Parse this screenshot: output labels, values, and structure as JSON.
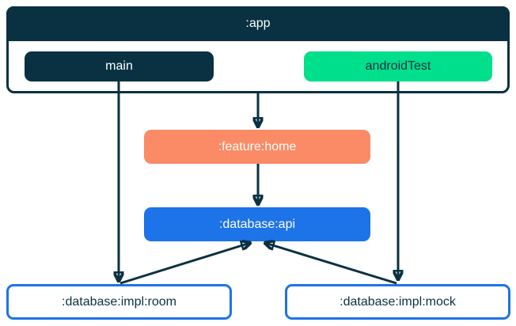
{
  "diagram": {
    "app": {
      "title": ":app",
      "source_sets": [
        {
          "id": "main",
          "label": "main"
        },
        {
          "id": "androidTest",
          "label": "androidTest"
        }
      ]
    },
    "nodes": [
      {
        "id": "feature-home",
        "label": ":feature:home",
        "color": "#FB8A66"
      },
      {
        "id": "database-api",
        "label": ":database:api",
        "color": "#1D73E8"
      },
      {
        "id": "database-impl-room",
        "label": ":database:impl:room",
        "color": "#FFFFFF"
      },
      {
        "id": "database-impl-mock",
        "label": ":database:impl:mock",
        "color": "#FFFFFF"
      }
    ],
    "edges": [
      {
        "from": "main",
        "to": ":database:impl:room"
      },
      {
        "from": ":app",
        "to": ":feature:home"
      },
      {
        "from": "androidTest",
        "to": ":database:impl:mock"
      },
      {
        "from": ":feature:home",
        "to": ":database:api"
      },
      {
        "from": ":database:impl:room",
        "to": ":database:api"
      },
      {
        "from": ":database:impl:mock",
        "to": ":database:api"
      }
    ],
    "colors": {
      "navy": "#0A3142",
      "green": "#00DF8B",
      "orange": "#FB8A66",
      "blue": "#1D73E8",
      "white": "#FFFFFF",
      "arrow": "#0A3142"
    }
  }
}
